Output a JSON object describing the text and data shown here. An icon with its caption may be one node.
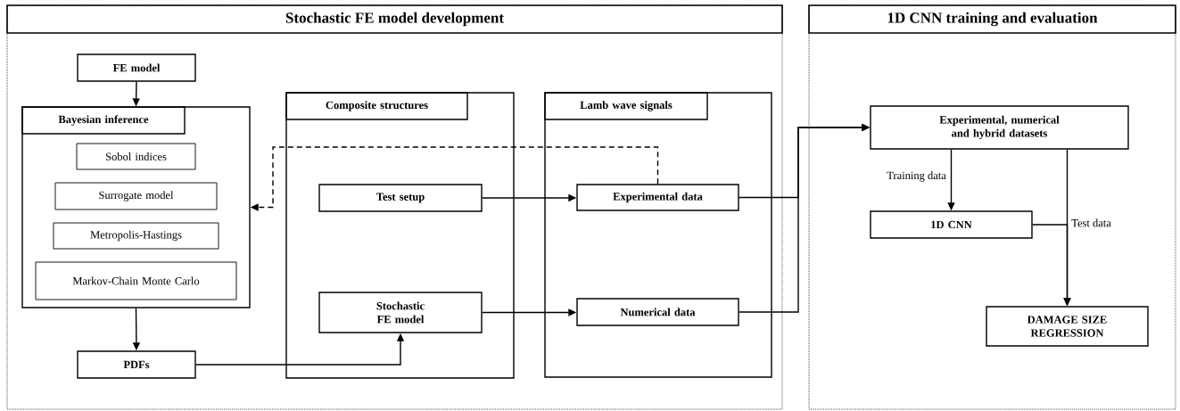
{
  "diagram": {
    "nodes": [
      {
        "text": [
          "Stochastic FE model development"
        ]
      },
      {
        "text": [
          "FE model"
        ],
        "in": 0
      },
      {
        "text": [],
        "shape": "box",
        "in": 0
      },
      {
        "text": [
          "Bayesian inference"
        ],
        "in": 2
      },
      {
        "text": [
          "Sobol indices"
        ],
        "in": 2
      },
      {
        "text": [
          "Surrogate model"
        ],
        "in": 2
      },
      {
        "text": [
          "Metropolis-Hastings"
        ],
        "in": 2
      },
      {
        "text": [
          "Markov-Chain Monte Carlo"
        ],
        "in": 2
      },
      {
        "text": [
          "PDFs"
        ],
        "in": 0
      },
      {
        "text": [],
        "shape": "box",
        "in": 0
      },
      {
        "text": [
          "Composite structures"
        ],
        "in": 9
      },
      {
        "text": [
          "Test setup"
        ],
        "in": 9
      },
      {
        "text": [
          "Stochastic FE model"
        ],
        "in": 9
      },
      {
        "text": [],
        "shape": "box",
        "in": 0
      },
      {
        "text": [
          "Lamb wave signals"
        ],
        "in": 13
      },
      {
        "text": [
          "Experimental data"
        ],
        "in": 13
      },
      {
        "text": [
          "Numerical data"
        ],
        "in": 13
      },
      {
        "text": [
          "1D CNN training and evaluation"
        ]
      },
      {
        "text": [
          "Experimental, numerical and hybrid datasets"
        ],
        "in": 17
      },
      {
        "text": [
          "1D CNN"
        ],
        "in": 17
      },
      {
        "text": [
          "DAMAGE SIZE REGRESSION"
        ],
        "in": 17
      }
    ],
    "edges": [
      {
        "from": 1,
        "to": 2,
        "arrow": "to"
      },
      {
        "from": 2,
        "to": 8,
        "arrow": "to"
      },
      {
        "from": 8,
        "to": 12,
        "arrow": "to"
      },
      {
        "from": 11,
        "to": 15,
        "arrow": "to"
      },
      {
        "from": 12,
        "to": 16,
        "arrow": "to"
      },
      {
        "from": 15,
        "to": 2,
        "arrow": "to",
        "style": "dashed"
      },
      {
        "from": 15,
        "to": 18,
        "arrow": "to"
      },
      {
        "from": 16,
        "to": 18,
        "arrow": "to"
      },
      {
        "from": 18,
        "to": 19,
        "arrow": "to",
        "label": "Training data"
      },
      {
        "from": 18,
        "to": 20,
        "arrow": "to",
        "label": "Test data"
      },
      {
        "from": 19,
        "to": 20,
        "arrow": "to"
      }
    ]
  }
}
